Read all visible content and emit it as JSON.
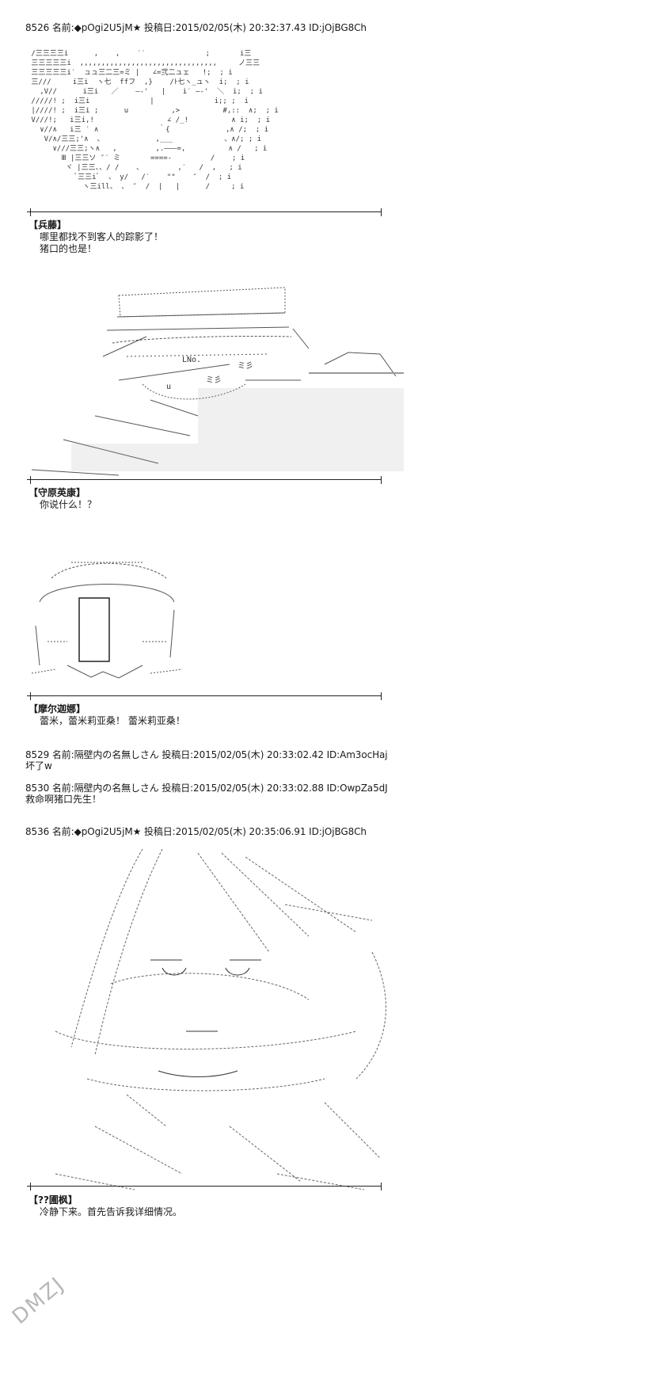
{
  "posts": [
    {
      "header": "8526 名前:◆pOgi2U5jM★ 投稿日:2015/02/05(木) 20:32:37.43 ID:jOjBG8Ch"
    },
    {
      "header": "8529 名前:隔壁内の名無しさん 投稿日:2015/02/05(木) 20:33:02.42 ID:Am3ocHaj",
      "body": "坏了w"
    },
    {
      "header": "8530 名前:隔壁内の名無しさん 投稿日:2015/02/05(木) 20:33:02.88 ID:OwpZa5dJ",
      "body": "救命啊猪口先生！"
    },
    {
      "header": "8536 名前:◆pOgi2U5jM★ 投稿日:2015/02/05(木) 20:35:06.91 ID:jOjBG8Ch"
    }
  ],
  "captions": [
    {
      "name": "【兵藤】",
      "lines": [
        "哪里都找不到客人的踪影了！",
        "猪口的也是！"
      ]
    },
    {
      "name": "【守原英康】",
      "lines": [
        "你说什么！？"
      ]
    },
    {
      "name": "【摩尔迦娜】",
      "lines": [
        "蕾米，蕾米莉亚桑！ 蕾米莉亚桑！"
      ]
    },
    {
      "name": "【??圃枫】",
      "lines": [
        "冷静下来。首先告诉我详细情况。"
      ]
    }
  ],
  "art_text": {
    "uniform_tag": "LNo.",
    "face_mark": "u",
    "hair_glyphs": "ミ彡"
  },
  "watermark": "DMZJ"
}
